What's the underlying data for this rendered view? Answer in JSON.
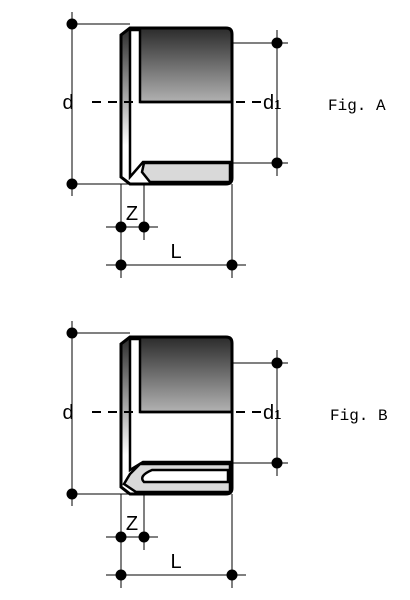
{
  "figures": [
    {
      "id": "A",
      "caption": "Fig. A",
      "labels": {
        "d": "d",
        "d1_main": "d",
        "d1_sub": "1",
        "z": "Z",
        "l": "L"
      }
    },
    {
      "id": "B",
      "caption": "Fig. B",
      "labels": {
        "d": "d",
        "d1_main": "d",
        "d1_sub": "1",
        "z": "Z",
        "l": "L"
      }
    }
  ],
  "colors": {
    "line": "#000000",
    "gradient_dark": "#2b2b2b",
    "gradient_light": "#ffffff",
    "insert_fill": "#d9d9d9"
  }
}
